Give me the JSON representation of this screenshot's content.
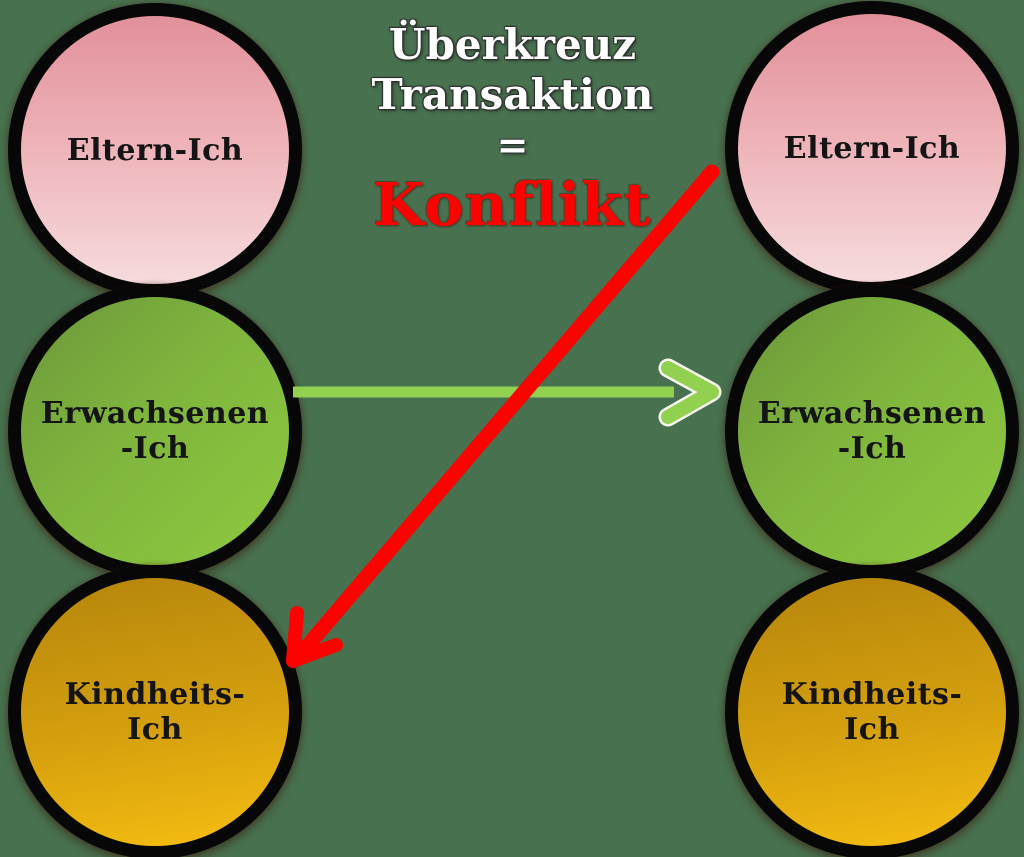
{
  "diagram": {
    "type": "transactional-analysis-cross-transaction",
    "background_color": "#48714F"
  },
  "title": {
    "line1": "Überkreuz",
    "line2": "Transaktion",
    "equals": "=",
    "conflict": "Konflikt",
    "title_color": "#FFFFFF",
    "conflict_color": "#F90400"
  },
  "columns": {
    "left": [
      {
        "id": "left-eltern-ich",
        "label": "Eltern-Ich",
        "fill": "pink"
      },
      {
        "id": "left-erwachsenen-ich",
        "label": "Erwachsenen\n-Ich",
        "fill": "green"
      },
      {
        "id": "left-kindheits-ich",
        "label": "Kindheits-\nIch",
        "fill": "gold"
      }
    ],
    "right": [
      {
        "id": "right-eltern-ich",
        "label": "Eltern-Ich",
        "fill": "pink"
      },
      {
        "id": "right-erwachsenen-ich",
        "label": "Erwachsenen\n-Ich",
        "fill": "green"
      },
      {
        "id": "right-kindheits-ich",
        "label": "Kindheits-\nIch",
        "fill": "gold"
      }
    ]
  },
  "arrows": {
    "green": {
      "name": "adult-to-adult-arrow",
      "color": "#92D050",
      "from": "left-erwachsenen-ich",
      "to": "right-erwachsenen-ich"
    },
    "red": {
      "name": "crossed-parent-to-child-arrow",
      "color": "#FA0300",
      "from": "right-eltern-ich",
      "to": "left-kindheits-ich"
    }
  },
  "colors": {
    "circle_outline": "#070707",
    "pink_top": "#E2909A",
    "pink_bottom": "#F6DBDD",
    "green_top": "#6C973B",
    "green_bottom": "#8EC93F",
    "gold_top": "#B5850C",
    "gold_bottom": "#F7BE11",
    "label_text": "#141414"
  }
}
